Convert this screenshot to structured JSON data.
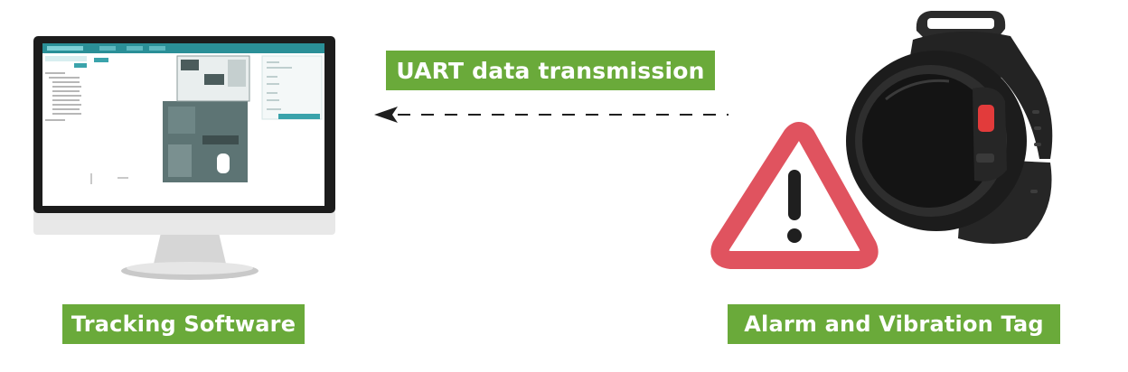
{
  "labels": {
    "transmission": "UART data transmission",
    "software": "Tracking Software",
    "tag": "Alarm and Vibration Tag"
  },
  "colors": {
    "label_bg": "#6aaa3a",
    "warning_red": "#e0535f",
    "device_dark": "#1f1f1f",
    "tag_button": "#e23b3b"
  },
  "icons": {
    "monitor": "desktop-monitor-icon",
    "warning": "warning-triangle-icon",
    "watch": "wristband-tag-icon",
    "arrow": "dashed-arrow-left"
  }
}
